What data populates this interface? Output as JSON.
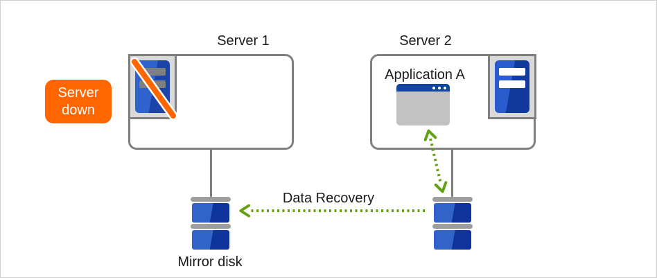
{
  "diagram": {
    "server1": {
      "title": "Server 1",
      "status_badge": {
        "line1": "Server",
        "line2": "down"
      }
    },
    "server2": {
      "title": "Server 2",
      "application_label": "Application A"
    },
    "arrows": {
      "data_recovery_label": "Data Recovery"
    },
    "disks": {
      "mirror_disk_label": "Mirror disk"
    },
    "colors": {
      "status_orange": "#ff6600",
      "arrow_green": "#64a112",
      "server_blue_light": "#2f62cc",
      "server_blue_dark": "#16409e",
      "disk_blue_light": "#3263c8",
      "disk_blue_dark": "#0e339c",
      "frame_gray": "#7f7f7f",
      "disk_cap_gray": "#9e9e9e",
      "window_titlebar_blue": "#11459e",
      "window_body_gray": "#c2c2c2"
    }
  }
}
